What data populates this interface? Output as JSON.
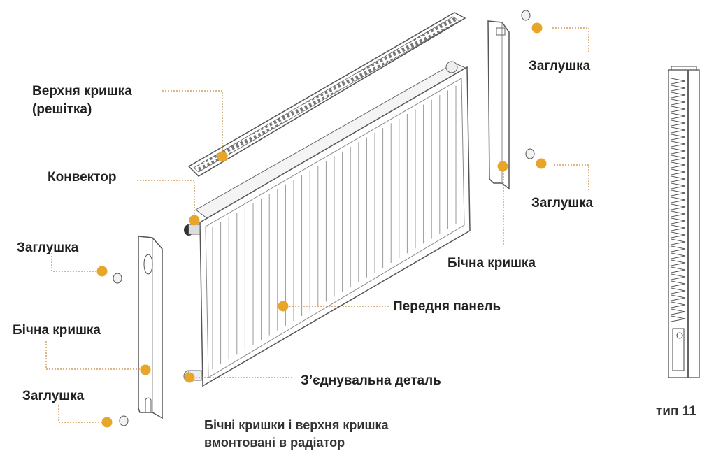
{
  "labels": {
    "top_cover": [
      "Верхня кришка",
      "(решітка)"
    ],
    "convector": "Конвектор",
    "plug_top_right": "Заглушка",
    "plug_mid_right": "Заглушка",
    "side_cover_right": "Бічна кришка",
    "front_panel": "Передня панель",
    "connector": "З’єднувальна деталь",
    "plug_left_upper": "Заглушка",
    "side_cover_left": "Бічна кришка",
    "plug_left_lower": "Заглушка"
  },
  "caption": [
    "Бічні кришки і верхня кришка",
    "вмонтовані в радіатор"
  ],
  "type_label": "тип 11",
  "colors": {
    "marker": "#E8A628",
    "leader": "#C98A3A",
    "line": "#555555",
    "text": "#222222"
  }
}
